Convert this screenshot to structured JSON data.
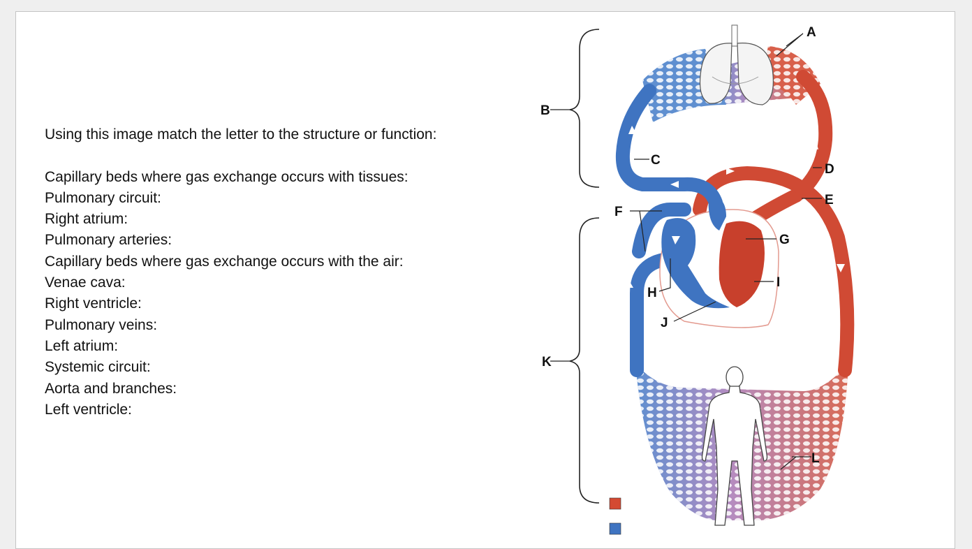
{
  "question": {
    "title": "Using this image match the letter to the structure or function:",
    "items": [
      "Capillary beds where gas exchange occurs with tissues:",
      "Pulmonary circuit:",
      "Right atrium:",
      "Pulmonary arteries:",
      "Capillary beds where gas exchange occurs with the air:",
      "Venae cava:",
      "Right ventricle:",
      "Pulmonary veins:",
      "Left atrium:",
      "Systemic circuit:",
      "Aorta and branches:",
      "Left ventricle:"
    ]
  },
  "diagram": {
    "labels": {
      "A": "A",
      "B": "B",
      "C": "C",
      "D": "D",
      "E": "E",
      "F": "F",
      "G": "G",
      "H": "H",
      "I": "I",
      "J": "J",
      "K": "K",
      "L": "L"
    },
    "colors": {
      "oxygen_rich": "#d44a32",
      "oxygen_poor": "#3f74c1",
      "capillary_mix": "#b58cc0",
      "heart_outline": "#e39a8f"
    }
  }
}
